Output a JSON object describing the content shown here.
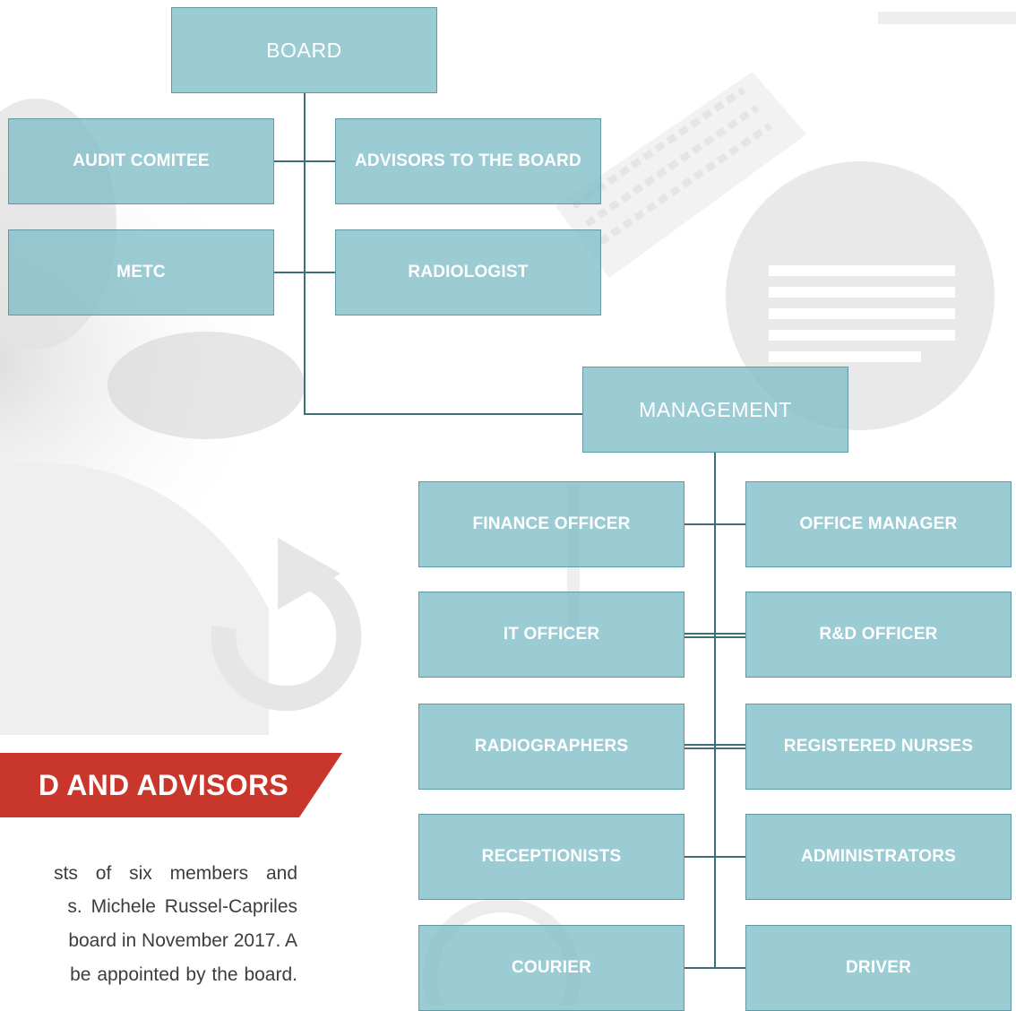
{
  "colors": {
    "node_fill": "#80bec7",
    "node_border": "#5f9aa6",
    "connector": "#3e6e78",
    "banner": "#c9362c",
    "node_text": "#ffffff",
    "body_text": "#3d3d3d"
  },
  "org_chart": {
    "board": "BOARD",
    "board_children": {
      "audit_committee": "AUDIT COMITEE",
      "advisors": "ADVISORS TO THE BOARD",
      "metc": "METC",
      "radiologist": "RADIOLOGIST"
    },
    "management": "MANAGEMENT",
    "management_children": {
      "finance_officer": "FINANCE OFFICER",
      "office_manager": "OFFICE MANAGER",
      "it_officer": "IT OFFICER",
      "rnd_officer": "R&D OFFICER",
      "radiographers": "RADIOGRAPHERS",
      "registered_nurses": "REGISTERED NURSES",
      "receptionists": "RECEPTIONISTS",
      "administrators": "ADMINISTRATORS",
      "courier": "COURIER",
      "driver": "DRIVER"
    }
  },
  "section": {
    "heading": "D AND ADVISORS",
    "body_lines": [
      "sts of six members and",
      "s. Michele Russel-Capriles",
      "board in November 2017. A",
      "be appointed by the board."
    ]
  }
}
